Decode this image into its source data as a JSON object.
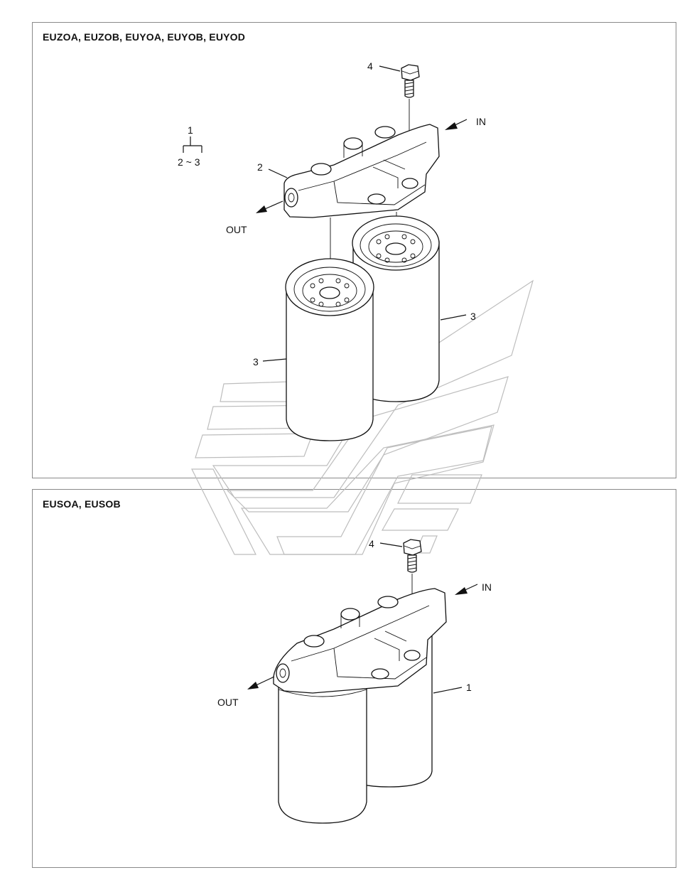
{
  "panels": {
    "top": {
      "title": "EUZOA, EUZOB, EUYOA, EUYOB, EUYOD",
      "labels": {
        "bolt": "4",
        "assembly": "1",
        "assembly_range": "2 ~ 3",
        "head": "2",
        "filter_left": "3",
        "filter_right": "3",
        "inlet": "IN",
        "outlet": "OUT"
      }
    },
    "bottom": {
      "title": "EUSOA, EUSOB",
      "labels": {
        "bolt": "4",
        "assembly": "1",
        "inlet": "IN",
        "outlet": "OUT"
      }
    }
  }
}
